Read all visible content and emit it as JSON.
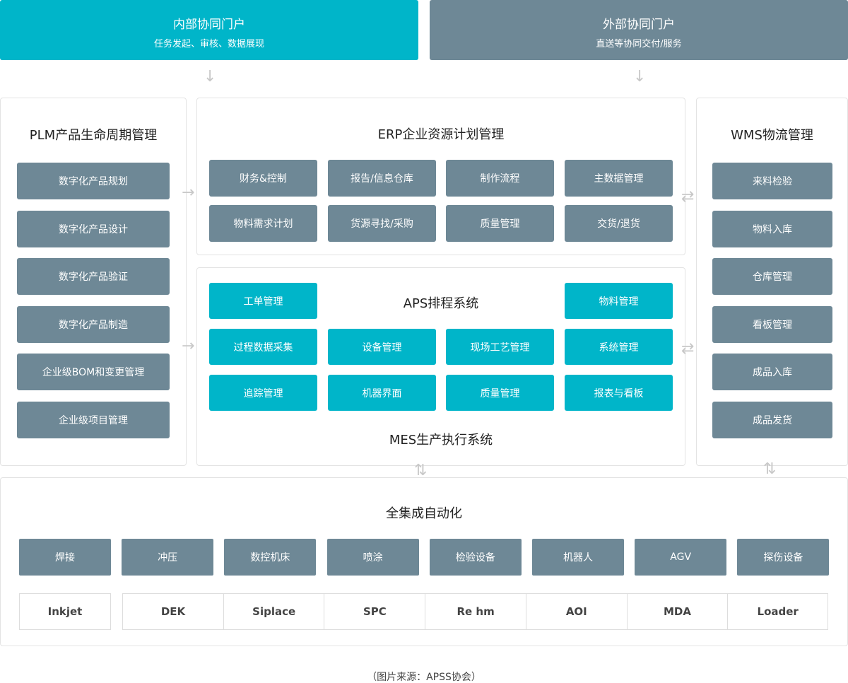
{
  "colors": {
    "accent": "#00b5c9",
    "module": "#6e8896"
  },
  "portals": {
    "internal": {
      "title": "内部协同门户",
      "subtitle": "任务发起、审核、数据展现"
    },
    "external": {
      "title": "外部协同门户",
      "subtitle": "直送等协同交付/服务"
    }
  },
  "plm": {
    "title": "PLM产品生命周期管理",
    "items": [
      "数字化产品规划",
      "数字化产品设计",
      "数字化产品验证",
      "数字化产品制造",
      "企业级BOM和变更管理",
      "企业级项目管理"
    ]
  },
  "erp": {
    "title": "ERP企业资源计划管理",
    "items": [
      "财务&控制",
      "报告/信息仓库",
      "制作流程",
      "主数据管理",
      "物料需求计划",
      "货源寻找/采购",
      "质量管理",
      "交货/退货"
    ]
  },
  "mes": {
    "aps_title": "APS排程系统",
    "title": "MES生产执行系统",
    "items": [
      "工单管理",
      "物料管理",
      "过程数据采集",
      "设备管理",
      "现场工艺管理",
      "系统管理",
      "追踪管理",
      "机器界面",
      "质量管理",
      "报表与看板"
    ]
  },
  "wms": {
    "title": "WMS物流管理",
    "items": [
      "来料检验",
      "物料入库",
      "仓库管理",
      "看板管理",
      "成品入库",
      "成品发货"
    ]
  },
  "automation": {
    "title": "全集成自动化",
    "items": [
      "焊接",
      "冲压",
      "数控机床",
      "喷涂",
      "检验设备",
      "机器人",
      "AGV",
      "探伤设备"
    ],
    "equipment": [
      "Inkjet",
      "DEK",
      "Siplace",
      "SPC",
      "Re hm",
      "AOI",
      "MDA",
      "Loader"
    ]
  },
  "caption": "（图片来源：APSS协会）"
}
